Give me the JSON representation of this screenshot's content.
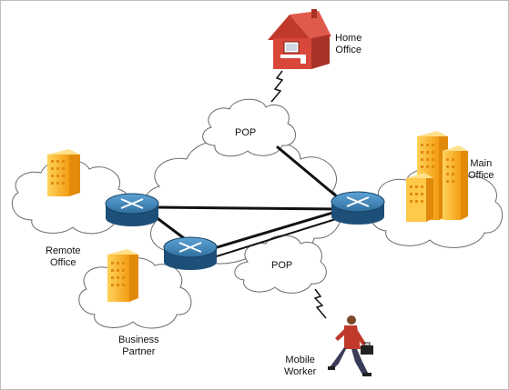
{
  "labels": {
    "home_office": "Home\nOffice",
    "main_office": "Main\nOffice",
    "remote_office": "Remote\nOffice",
    "business_partner": "Business\nPartner",
    "mobile_worker": "Mobile\nWorker",
    "pop_top": "POP",
    "pop_bottom": "POP"
  },
  "colors": {
    "cloud_stroke": "#6a6a6a",
    "router_blue": "#3b78a8",
    "router_dark": "#1d4f78",
    "building_orange": "#f5a623",
    "building_yellow": "#ffd35c",
    "house_red": "#c0392b",
    "link": "#111111"
  },
  "icons": [
    "cloud-icon",
    "router-icon",
    "building-icon",
    "house-icon",
    "mobile-worker-icon",
    "wireless-link-icon"
  ]
}
